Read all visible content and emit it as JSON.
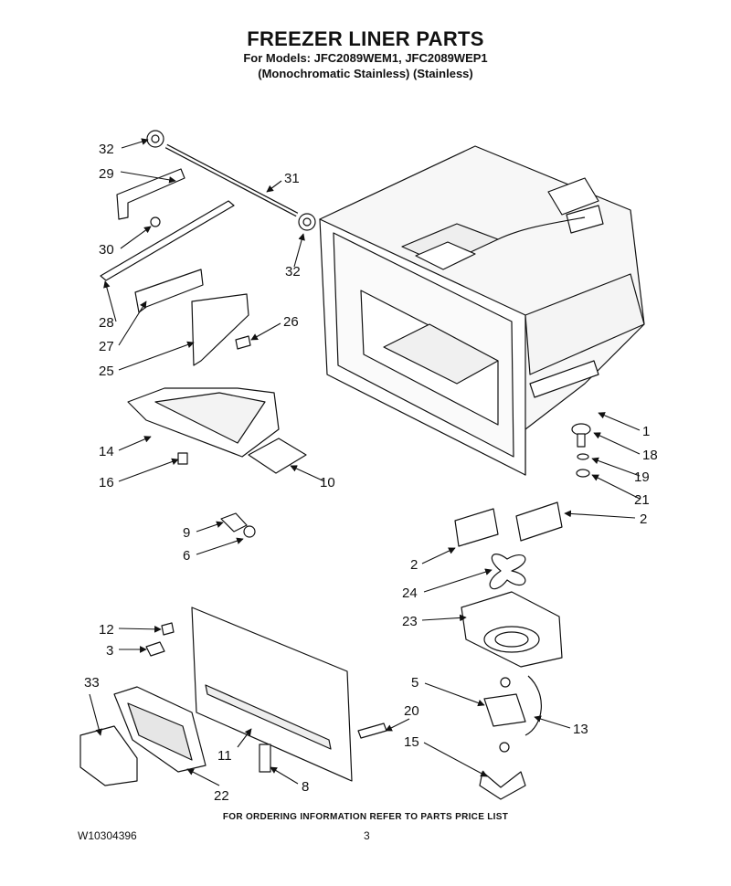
{
  "header": {
    "title": "FREEZER LINER PARTS",
    "models_line": "For Models: JFC2089WEM1, JFC2089WEP1",
    "finish_line": "(Monochromatic Stainless)  (Stainless)"
  },
  "callouts": [
    {
      "id": "c32a",
      "label": "32"
    },
    {
      "id": "c29",
      "label": "29"
    },
    {
      "id": "c31",
      "label": "31"
    },
    {
      "id": "c30",
      "label": "30"
    },
    {
      "id": "c32b",
      "label": "32"
    },
    {
      "id": "c28",
      "label": "28"
    },
    {
      "id": "c26",
      "label": "26"
    },
    {
      "id": "c27",
      "label": "27"
    },
    {
      "id": "c25",
      "label": "25"
    },
    {
      "id": "c1",
      "label": "1"
    },
    {
      "id": "c14",
      "label": "14"
    },
    {
      "id": "c18",
      "label": "18"
    },
    {
      "id": "c16",
      "label": "16"
    },
    {
      "id": "c10",
      "label": "10"
    },
    {
      "id": "c19",
      "label": "19"
    },
    {
      "id": "c21",
      "label": "21"
    },
    {
      "id": "c2a",
      "label": "2"
    },
    {
      "id": "c9",
      "label": "9"
    },
    {
      "id": "c6",
      "label": "6"
    },
    {
      "id": "c2b",
      "label": "2"
    },
    {
      "id": "c24",
      "label": "24"
    },
    {
      "id": "c23",
      "label": "23"
    },
    {
      "id": "c12",
      "label": "12"
    },
    {
      "id": "c3",
      "label": "3"
    },
    {
      "id": "c33",
      "label": "33"
    },
    {
      "id": "c5",
      "label": "5"
    },
    {
      "id": "c20",
      "label": "20"
    },
    {
      "id": "c13",
      "label": "13"
    },
    {
      "id": "c15",
      "label": "15"
    },
    {
      "id": "c11",
      "label": "11"
    },
    {
      "id": "c8",
      "label": "8"
    },
    {
      "id": "c22",
      "label": "22"
    }
  ],
  "footer": {
    "ordering_note": "FOR ORDERING INFORMATION REFER TO PARTS PRICE LIST",
    "document_number": "W10304396",
    "page_number": "3"
  }
}
